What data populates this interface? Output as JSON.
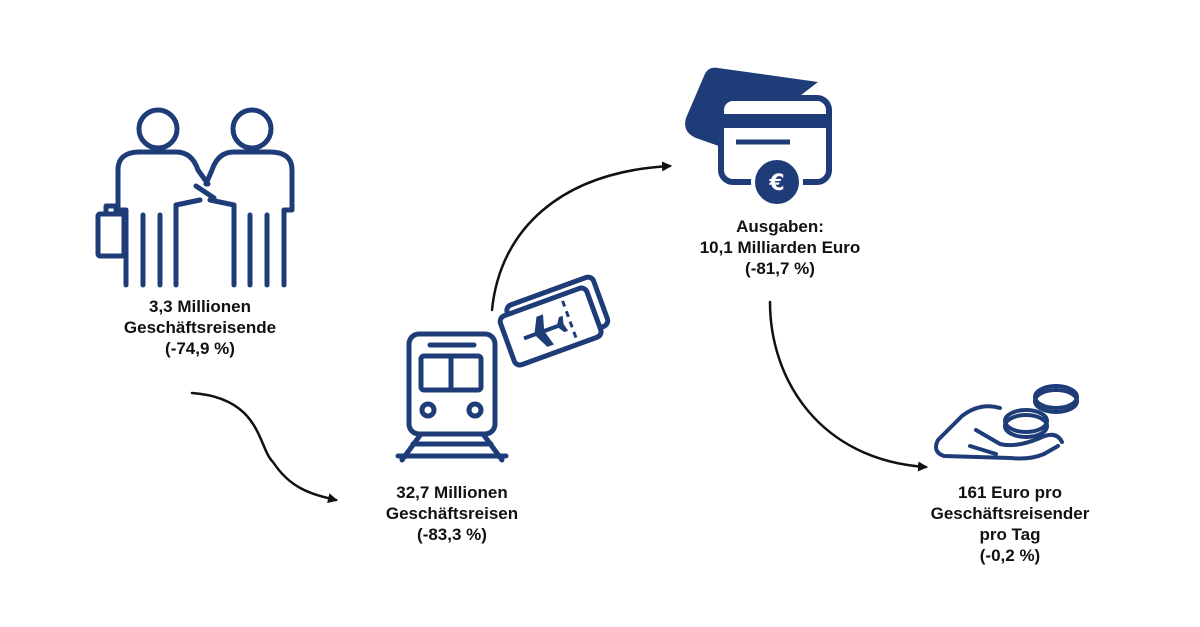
{
  "colors": {
    "icon": "#1d3c78",
    "arrow": "#111111",
    "text": "#111111",
    "background": "#ffffff"
  },
  "icons": [
    "business-travelers-icon",
    "train-icon",
    "plane-ticket-icon",
    "credit-card-euro-icon",
    "coins-in-hand-icon"
  ],
  "nodes": {
    "travelers": {
      "line1": "3,3 Millionen",
      "line2": "Geschäftsreisende",
      "change": "(-74,9 %)"
    },
    "trips": {
      "line1": "32,7 Millionen",
      "line2": "Geschäftsreisen",
      "change": "(-83,3 %)"
    },
    "spending": {
      "line1": "Ausgaben:",
      "line2": "10,1 Milliarden Euro",
      "change": "(-81,7 %)",
      "currency_symbol": "€"
    },
    "per_day": {
      "line1": "161 Euro pro",
      "line2": "Geschäftsreisender",
      "line3": "pro Tag",
      "change": "(-0,2 %)"
    }
  }
}
